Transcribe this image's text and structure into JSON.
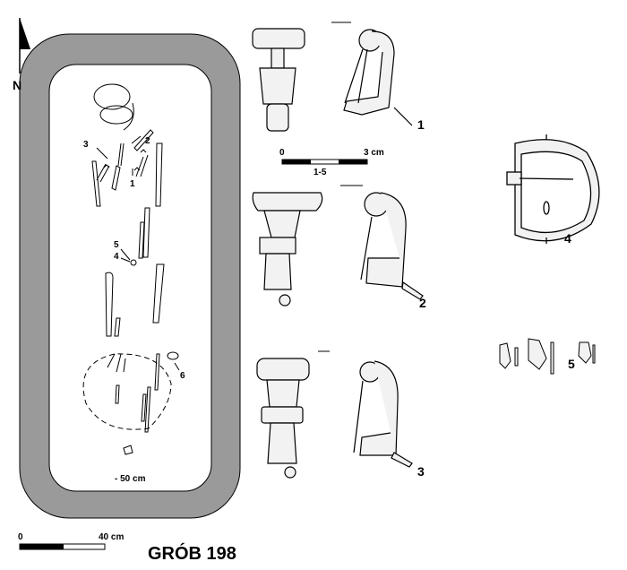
{
  "north_label": "N",
  "plan": {
    "labels": [
      "1",
      "2",
      "3",
      "4",
      "5",
      "6"
    ],
    "depth": "- 50 cm",
    "scale": {
      "start": "0",
      "end": "40 cm"
    }
  },
  "title": "GRÓB 198",
  "finds_scale": {
    "start": "0",
    "end": "3 cm",
    "range": "1-5"
  },
  "finds": [
    "1",
    "2",
    "3",
    "4",
    "5"
  ],
  "colors": {
    "pit_fill": "#9a9a9a",
    "ink": "#000000"
  }
}
